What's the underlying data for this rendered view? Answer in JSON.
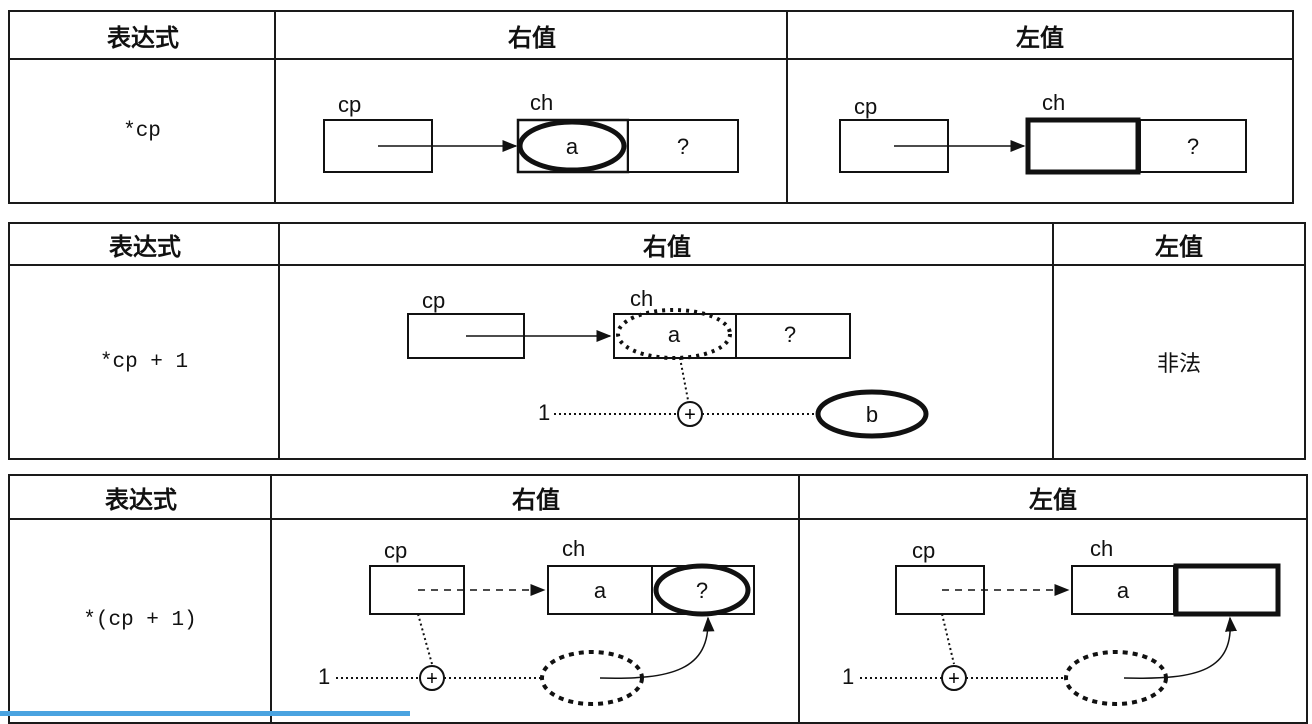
{
  "tables": [
    {
      "headers": {
        "expr": "表达式",
        "rvalue": "右值",
        "lvalue": "左值"
      },
      "expression": "*cp",
      "rvalue": {
        "cp": "cp",
        "ch": "ch",
        "cell1": "a",
        "cell2": "?"
      },
      "lvalue": {
        "cp": "cp",
        "ch": "ch",
        "cell2": "?"
      }
    },
    {
      "headers": {
        "expr": "表达式",
        "rvalue": "右值",
        "lvalue": "左值"
      },
      "expression": "*cp + 1",
      "rvalue": {
        "cp": "cp",
        "ch": "ch",
        "cell1": "a",
        "cell2": "?",
        "one": "1",
        "plus": "+",
        "result": "b"
      },
      "lvalue_text": "非法"
    },
    {
      "headers": {
        "expr": "表达式",
        "rvalue": "右值",
        "lvalue": "左值"
      },
      "expression": "*(cp + 1)",
      "rvalue": {
        "cp": "cp",
        "ch": "ch",
        "cell1": "a",
        "cell2": "?",
        "one": "1",
        "plus": "+"
      },
      "lvalue": {
        "cp": "cp",
        "ch": "ch",
        "cell1": "a",
        "one": "1",
        "plus": "+"
      }
    }
  ]
}
